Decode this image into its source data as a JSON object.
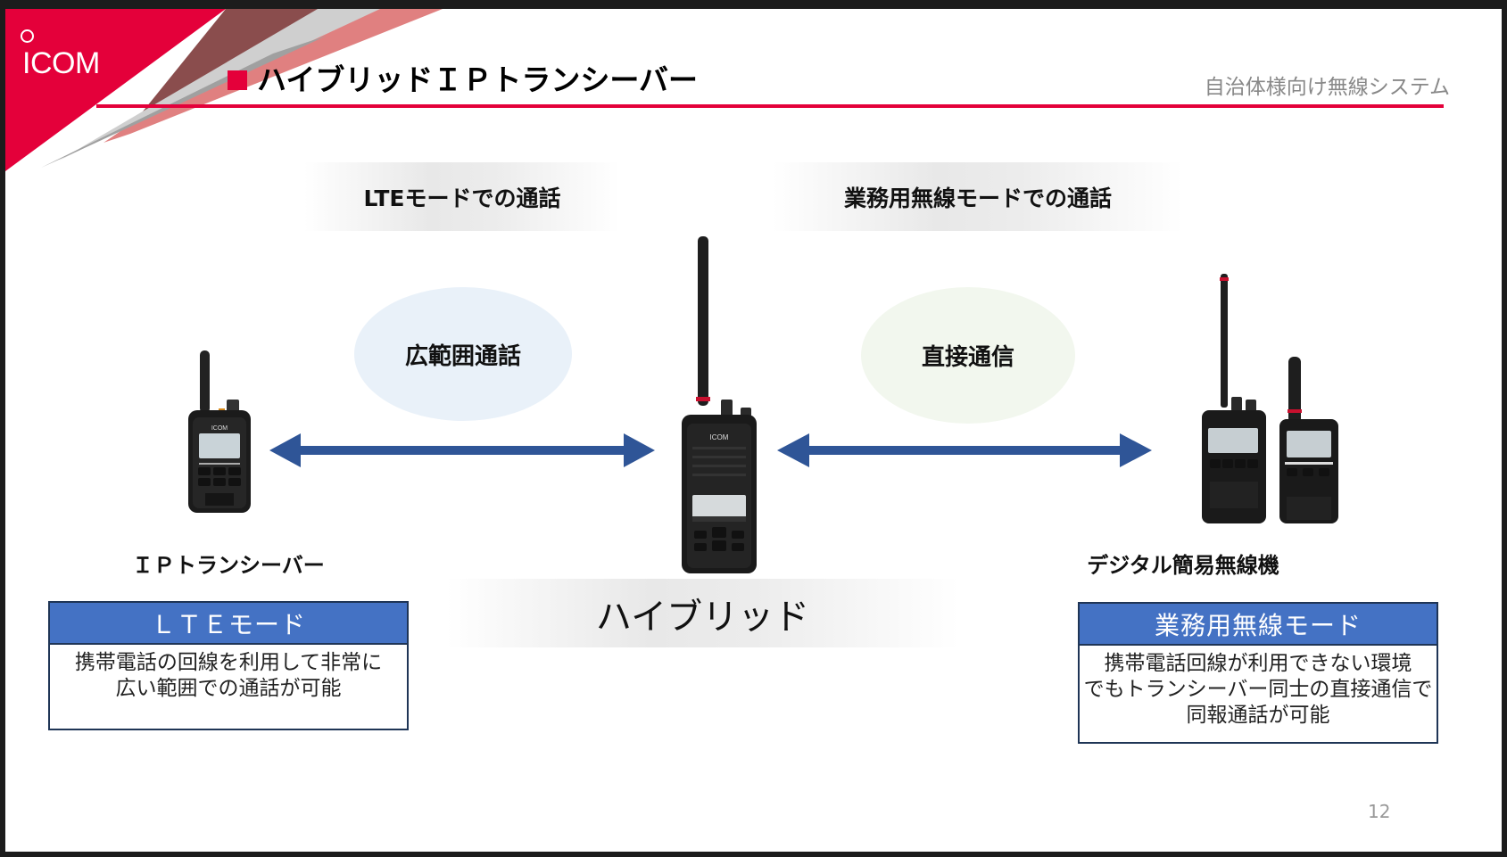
{
  "brand": {
    "logo_text": "ICOM",
    "accent": "#e4003a",
    "mode_header_color": "#4472c4"
  },
  "header": {
    "title": "ハイブリッドＩＰトランシーバー",
    "subtitle": "自治体様向け無線システム"
  },
  "banners": {
    "lte_call": "LTEモードでの通話",
    "business_call": "業務用無線モードでの通話",
    "hybrid": "ハイブリッド"
  },
  "links": {
    "wide_area": "広範囲通話",
    "direct": "直接通信"
  },
  "devices": {
    "left_label": "ＩＰトランシーバー",
    "right_label": "デジタル簡易無線機",
    "center_label": "ハイブリッド"
  },
  "modes": [
    {
      "title": "ＬＴＥモード",
      "lines": [
        "携帯電話の回線を利用して非常に",
        "広い範囲での通話が可能"
      ]
    },
    {
      "title": "業務用無線モード",
      "lines": [
        "携帯電話回線が利用できない環境",
        "でもトランシーバー同士の直接通信で",
        "同報通話が可能"
      ]
    }
  ],
  "footer": {
    "page_number": "12"
  }
}
